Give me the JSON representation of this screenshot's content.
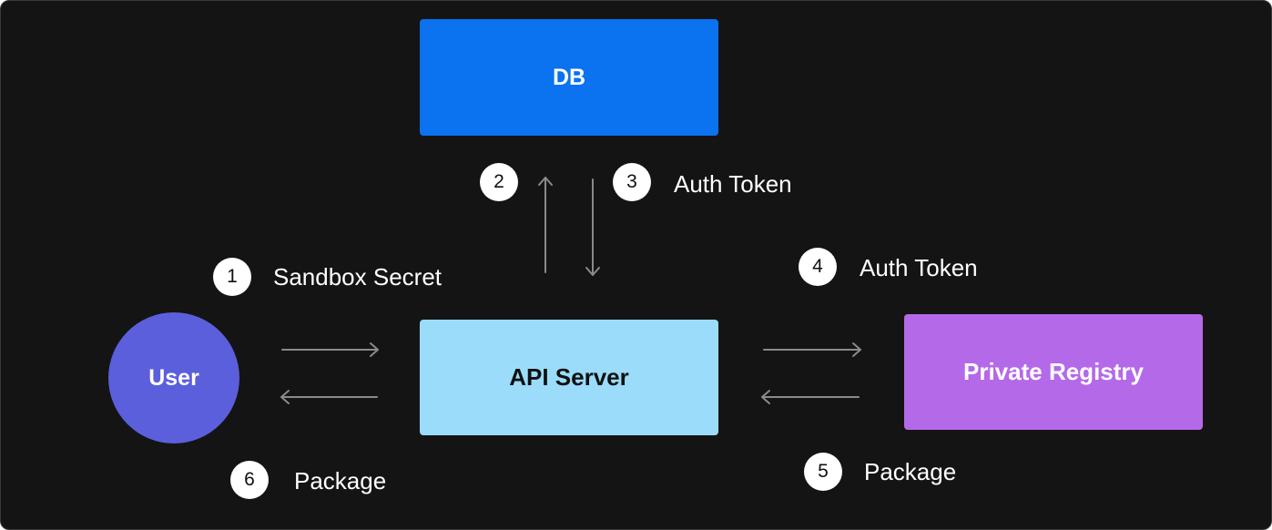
{
  "nodes": {
    "db": "DB",
    "api_server": "API Server",
    "user": "User",
    "private_registry": "Private Registry"
  },
  "steps": [
    {
      "number": "1",
      "label": "Sandbox Secret"
    },
    {
      "number": "2",
      "label": ""
    },
    {
      "number": "3",
      "label": "Auth Token"
    },
    {
      "number": "4",
      "label": "Auth Token"
    },
    {
      "number": "5",
      "label": "Package"
    },
    {
      "number": "6",
      "label": "Package"
    }
  ],
  "colors": {
    "background": "#141414",
    "db": "#0b72f0",
    "api_server": "#9bdcfb",
    "user": "#5b5fdc",
    "private_registry": "#b46ae8",
    "arrow": "#8a8a8a"
  }
}
